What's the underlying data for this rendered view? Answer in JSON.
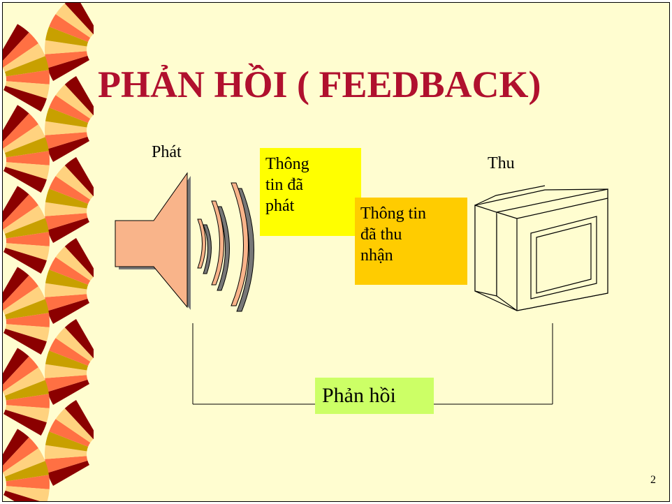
{
  "slide": {
    "title": "PHẢN HỒI ( FEEDBACK)",
    "sender_label": "Phát",
    "receiver_label": "Thu",
    "sent_info": [
      "Thông",
      "tin đã",
      "phát"
    ],
    "received_info": [
      "Thông tin",
      "đã thu",
      "nhận"
    ],
    "feedback_label": "Phản hồi",
    "page_number": "2"
  }
}
